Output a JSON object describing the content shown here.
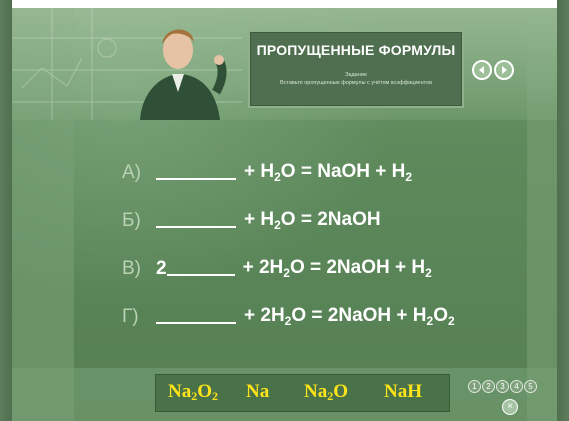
{
  "header": {
    "title": "ПРОПУЩЕННЫЕ ФОРМУЛЫ",
    "task_label": "Задание",
    "task_text": "Вставьте пропущенные формулы с учётом коэффициентов"
  },
  "equations": [
    {
      "letter": "А)",
      "prefix": "",
      "left": "+ H",
      "left_sub": "2",
      "mid": "O = NaOH + H",
      "end_sub": "2",
      "tail": ""
    },
    {
      "letter": "Б)",
      "prefix": "",
      "left": "+ H",
      "left_sub": "2",
      "mid": "O = 2NaOH",
      "end_sub": "",
      "tail": ""
    },
    {
      "letter": "В)",
      "prefix": "2",
      "left": "+ 2H",
      "left_sub": "2",
      "mid": "O = 2NaOH + H",
      "end_sub": "2",
      "tail": ""
    },
    {
      "letter": "Г)",
      "prefix": "",
      "left": "+ 2H",
      "left_sub": "2",
      "mid": "O = 2NaOH + H",
      "end_sub": "2",
      "tail": "O",
      "tail_sub": "2"
    }
  ],
  "answers": [
    {
      "a": "Na",
      "a_sub": "2",
      "b": "O",
      "b_sub": "2"
    },
    {
      "a": "Na",
      "a_sub": "",
      "b": "",
      "b_sub": ""
    },
    {
      "a": "Na",
      "a_sub": "2",
      "b": "O",
      "b_sub": ""
    },
    {
      "a": "NaH",
      "a_sub": "",
      "b": "",
      "b_sub": ""
    }
  ],
  "pagination": {
    "pages": [
      "1",
      "2",
      "3",
      "4",
      "5"
    ]
  },
  "controls": {
    "close_symbol": "×"
  },
  "colors": {
    "board": "#5e8a5c",
    "answer_text": "#ffe31a",
    "answer_bar": "#4a7249",
    "title_panel": "#4f6f50"
  }
}
